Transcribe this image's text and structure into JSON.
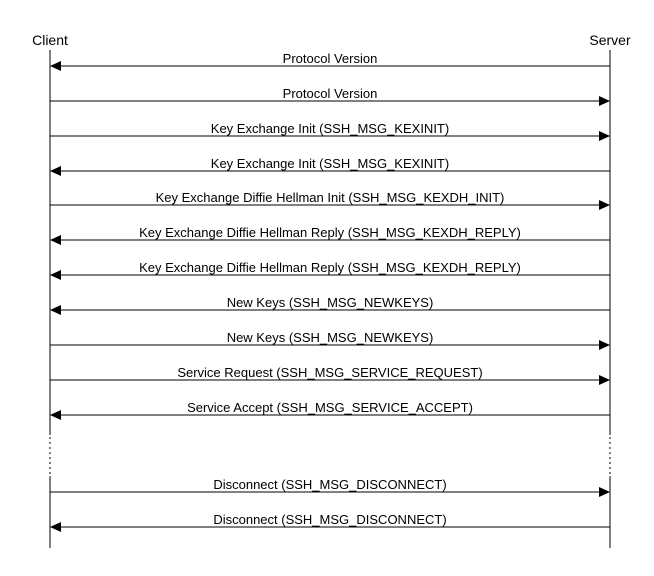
{
  "participants": {
    "client": "Client",
    "server": "Server"
  },
  "messages": [
    {
      "label": "Protocol Version",
      "direction": "to-client"
    },
    {
      "label": "Protocol Version",
      "direction": "to-server"
    },
    {
      "label": "Key Exchange Init (SSH_MSG_KEXINIT)",
      "direction": "to-server"
    },
    {
      "label": "Key Exchange Init (SSH_MSG_KEXINIT)",
      "direction": "to-client"
    },
    {
      "label": "Key Exchange Diffie Hellman Init (SSH_MSG_KEXDH_INIT)",
      "direction": "to-server"
    },
    {
      "label": "Key Exchange Diffie Hellman Reply (SSH_MSG_KEXDH_REPLY)",
      "direction": "to-client"
    },
    {
      "label": "Key Exchange Diffie Hellman Reply (SSH_MSG_KEXDH_REPLY)",
      "direction": "to-client"
    },
    {
      "label": "New Keys (SSH_MSG_NEWKEYS)",
      "direction": "to-client"
    },
    {
      "label": "New Keys (SSH_MSG_NEWKEYS)",
      "direction": "to-server"
    },
    {
      "label": "Service Request (SSH_MSG_SERVICE_REQUEST)",
      "direction": "to-server"
    },
    {
      "label": "Service Accept (SSH_MSG_SERVICE_ACCEPT)",
      "direction": "to-client"
    },
    {
      "label": "Disconnect (SSH_MSG_DISCONNECT)",
      "direction": "to-server"
    },
    {
      "label": "Disconnect (SSH_MSG_DISCONNECT)",
      "direction": "to-client"
    }
  ]
}
